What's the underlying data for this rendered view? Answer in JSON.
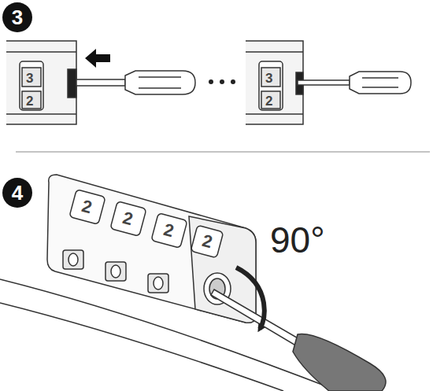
{
  "diagram": {
    "nodes": [
      {
        "text": [
          "3"
        ]
      },
      {
        "text": [
          "4"
        ]
      }
    ],
    "labels": [
      "3",
      "2",
      "3",
      "2",
      "2",
      "2",
      "2",
      "2",
      "90°"
    ]
  }
}
